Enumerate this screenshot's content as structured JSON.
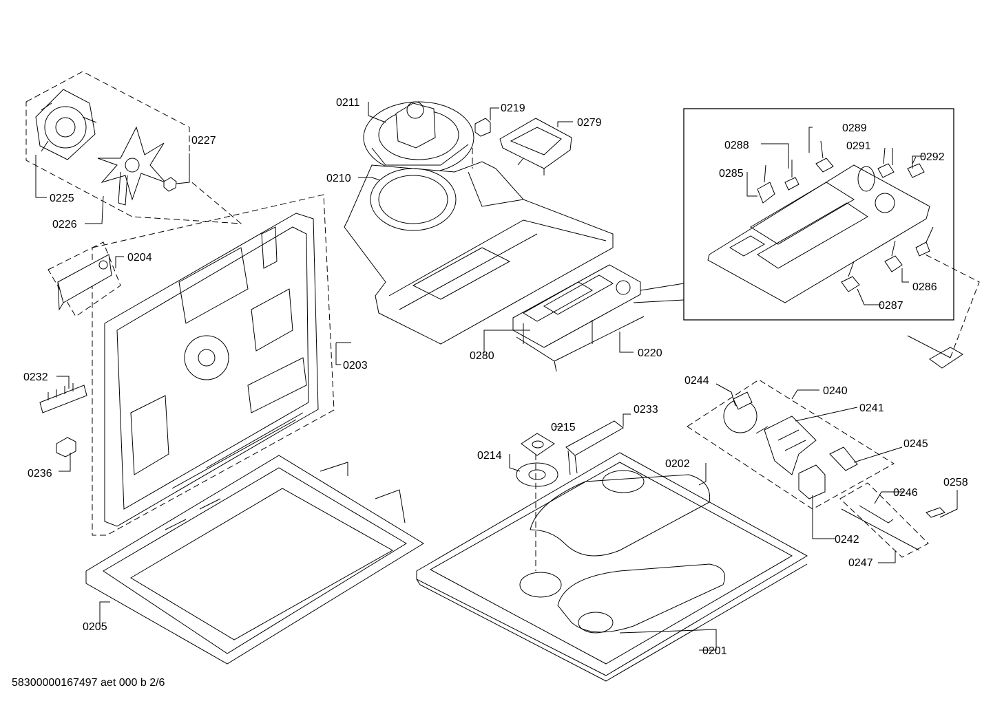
{
  "drawing": {
    "document_id": "58300000167497 aet 000 b 2/6"
  },
  "callouts": {
    "c0201": "0201",
    "c0202": "0202",
    "c0203": "0203",
    "c0204": "0204",
    "c0205": "0205",
    "c0210": "0210",
    "c0211": "0211",
    "c0214": "0214",
    "c0215": "0215",
    "c0219": "0219",
    "c0220": "0220",
    "c0225": "0225",
    "c0226": "0226",
    "c0227": "0227",
    "c0232": "0232",
    "c0233": "0233",
    "c0236": "0236",
    "c0240": "0240",
    "c0241": "0241",
    "c0242": "0242",
    "c0244": "0244",
    "c0245": "0245",
    "c0246": "0246",
    "c0247": "0247",
    "c0258": "0258",
    "c0279": "0279",
    "c0280": "0280",
    "c0285": "0285",
    "c0286": "0286",
    "c0287": "0287",
    "c0288": "0288",
    "c0289": "0289",
    "c0291": "0291",
    "c0292": "0292"
  }
}
